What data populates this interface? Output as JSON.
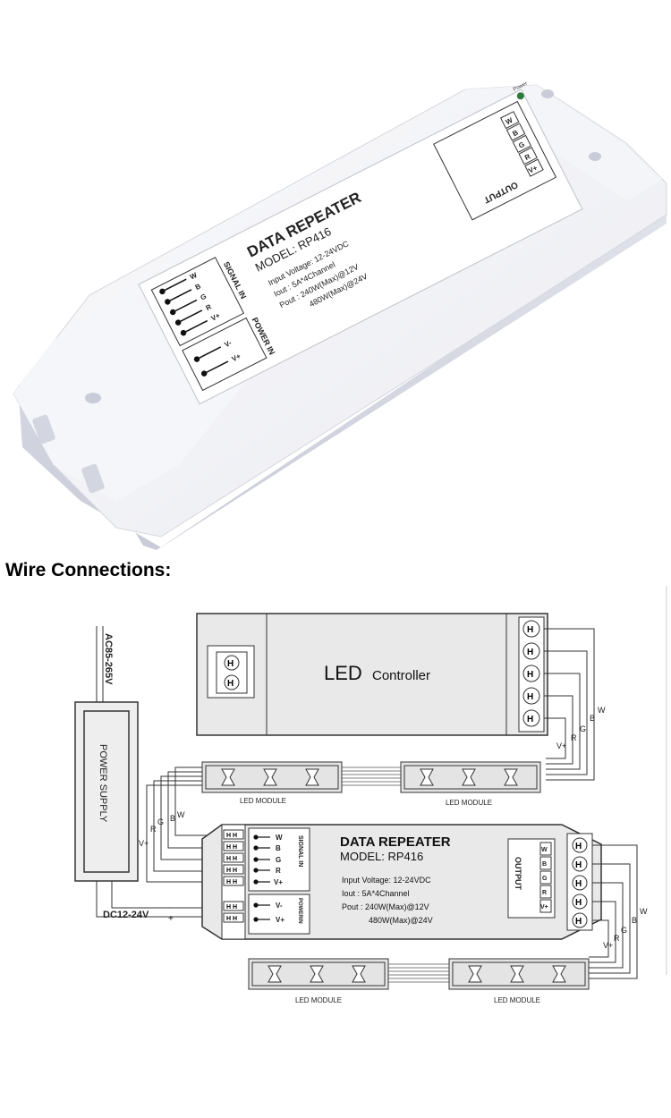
{
  "photo": {
    "label_front": "DATA REPEATER",
    "label_model": "MODEL: RP416",
    "specs": [
      "Input Voltage: 12-24VDC",
      "Iout : 5A*4Channel",
      "Pout : 240W(Max)@12V",
      "480W(Max)@24V"
    ],
    "signal_in_label": "SIGNAL IN",
    "signal_pins": [
      "W",
      "B",
      "G",
      "R",
      "V+"
    ],
    "power_in_label": "POWER IN",
    "power_pins": [
      "V-",
      "V+"
    ],
    "output_label": "OUTPUT",
    "output_pins": [
      "W",
      "B",
      "G",
      "R",
      "V+"
    ],
    "power_led_label": "Power"
  },
  "heading": "Wire Connections:",
  "diagram": {
    "ac_label": "AC85-265V",
    "power_supply_label": "POWER SUPPLY",
    "dc_label": "DC12-24V",
    "minus": "-",
    "plus": "+",
    "controller_big": "LED",
    "controller_small": "Controller",
    "led_module": "LED MODULE",
    "wire_labels": [
      "V+",
      "R",
      "G",
      "B",
      "W"
    ],
    "repeater_title": "DATA REPEATER",
    "repeater_model": "MODEL: RP416",
    "specs": [
      "Input Voltage: 12-24VDC",
      "Iout : 5A*4Channel",
      "Pout : 240W(Max)@12V",
      "480W(Max)@24V"
    ],
    "signal_in_label": "SIGNAL IN",
    "signal_pins": [
      "W",
      "B",
      "G",
      "R",
      "V+"
    ],
    "power_in_label": "POWERIN",
    "power_pins": [
      "V-",
      "V+"
    ],
    "output_label": "OUTPUT",
    "output_pins": [
      "W",
      "B",
      "G",
      "R",
      "V+"
    ]
  }
}
